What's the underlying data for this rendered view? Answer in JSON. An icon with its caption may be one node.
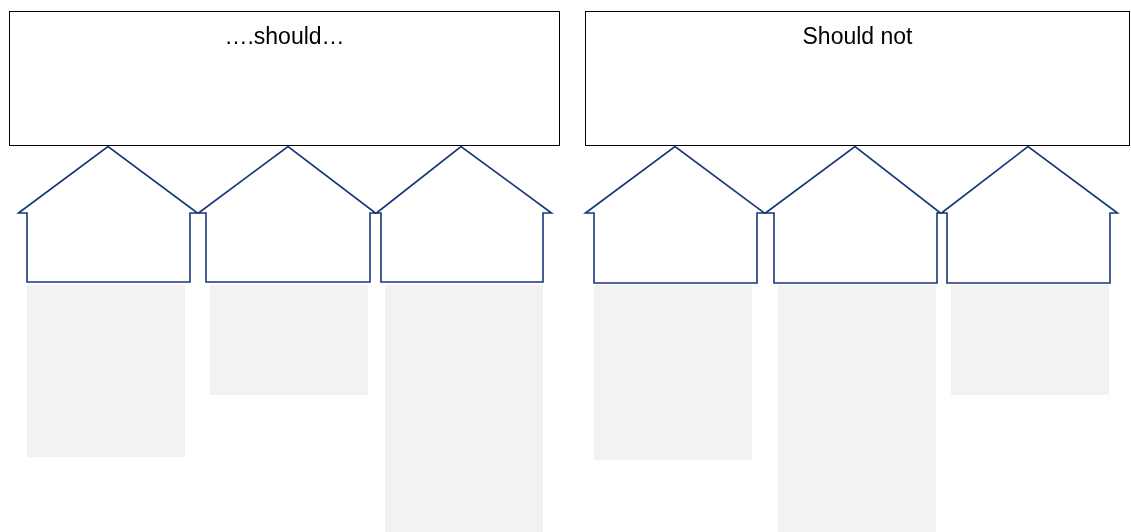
{
  "diagram": {
    "nodes": [
      {
        "text": [
          "….should…"
        ]
      },
      {
        "text": [
          "Should not"
        ]
      },
      {
        "text": [],
        "shape": "house"
      },
      {
        "text": [],
        "shape": "house"
      },
      {
        "text": [],
        "shape": "house"
      },
      {
        "text": [],
        "shape": "house"
      },
      {
        "text": [],
        "shape": "house"
      },
      {
        "text": [],
        "shape": "house"
      },
      {
        "text": [],
        "shape": "box"
      },
      {
        "text": [],
        "shape": "box"
      },
      {
        "text": [],
        "shape": "box"
      },
      {
        "text": [],
        "shape": "box"
      },
      {
        "text": [],
        "shape": "box"
      },
      {
        "text": [],
        "shape": "box"
      }
    ],
    "edges": []
  }
}
